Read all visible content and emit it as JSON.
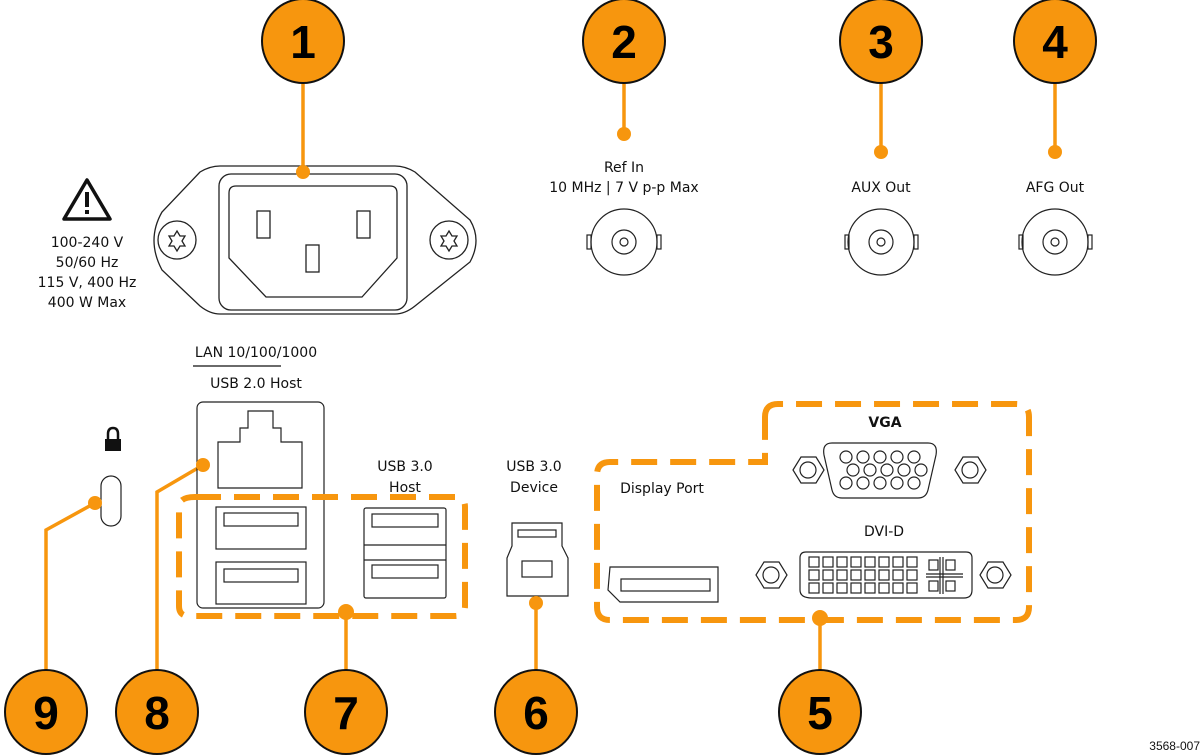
{
  "accent_color": "#F7960E",
  "callouts": [
    {
      "number": "1",
      "target": "power-inlet"
    },
    {
      "number": "2",
      "target": "ref-in"
    },
    {
      "number": "3",
      "target": "aux-out"
    },
    {
      "number": "4",
      "target": "afg-out"
    },
    {
      "number": "5",
      "target": "video-outputs"
    },
    {
      "number": "6",
      "target": "usb-3-device"
    },
    {
      "number": "7",
      "target": "usb-host-ports"
    },
    {
      "number": "8",
      "target": "lan-port"
    },
    {
      "number": "9",
      "target": "security-lock"
    }
  ],
  "power": {
    "warning_icon": "warning-triangle-icon",
    "lines": [
      "100-240 V",
      "50/60 Hz",
      "115 V, 400 Hz",
      "400 W Max"
    ]
  },
  "ref_in": {
    "title": "Ref In",
    "spec": "10 MHz | 7 V p-p Max"
  },
  "aux_out": {
    "label": "AUX Out"
  },
  "afg_out": {
    "label": "AFG Out"
  },
  "lan": {
    "label": "LAN 10/100/1000",
    "usb2_label": "USB 2.0 Host"
  },
  "usb3_host": {
    "line1": "USB 3.0",
    "line2": "Host"
  },
  "usb3_device": {
    "line1": "USB 3.0",
    "line2": "Device"
  },
  "video": {
    "display_port": "Display Port",
    "vga": "VGA",
    "dvi": "DVI-D"
  },
  "lock_icon": "padlock-icon",
  "figure_id": "3568-007"
}
